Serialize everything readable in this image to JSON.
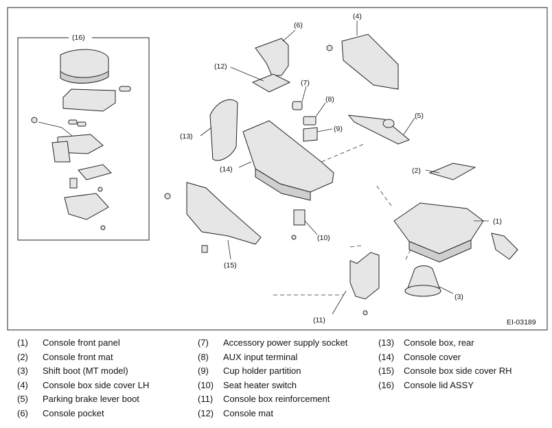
{
  "figure_id": "EI-03189",
  "inset_label": "(16)",
  "callouts": {
    "c1": "(1)",
    "c2": "(2)",
    "c3": "(3)",
    "c4": "(4)",
    "c5": "(5)",
    "c6": "(6)",
    "c7": "(7)",
    "c8": "(8)",
    "c9": "(9)",
    "c10": "(10)",
    "c11": "(11)",
    "c12": "(12)",
    "c13": "(13)",
    "c14": "(14)",
    "c15": "(15)"
  },
  "legend": [
    [
      {
        "num": "(1)",
        "text": "Console front panel"
      },
      {
        "num": "(2)",
        "text": "Console front mat"
      },
      {
        "num": "(3)",
        "text": "Shift boot (MT model)"
      },
      {
        "num": "(4)",
        "text": "Console box side cover LH"
      },
      {
        "num": "(5)",
        "text": "Parking brake lever boot"
      },
      {
        "num": "(6)",
        "text": "Console pocket"
      }
    ],
    [
      {
        "num": "(7)",
        "text": "Accessory power supply socket"
      },
      {
        "num": "(8)",
        "text": "AUX input terminal"
      },
      {
        "num": "(9)",
        "text": "Cup holder partition"
      },
      {
        "num": "(10)",
        "text": "Seat heater switch"
      },
      {
        "num": "(11)",
        "text": "Console box reinforcement"
      },
      {
        "num": "(12)",
        "text": "Console mat"
      }
    ],
    [
      {
        "num": "(13)",
        "text": "Console box, rear"
      },
      {
        "num": "(14)",
        "text": "Console cover"
      },
      {
        "num": "(15)",
        "text": "Console box side cover RH"
      },
      {
        "num": "(16)",
        "text": "Console lid ASSY"
      }
    ]
  ]
}
